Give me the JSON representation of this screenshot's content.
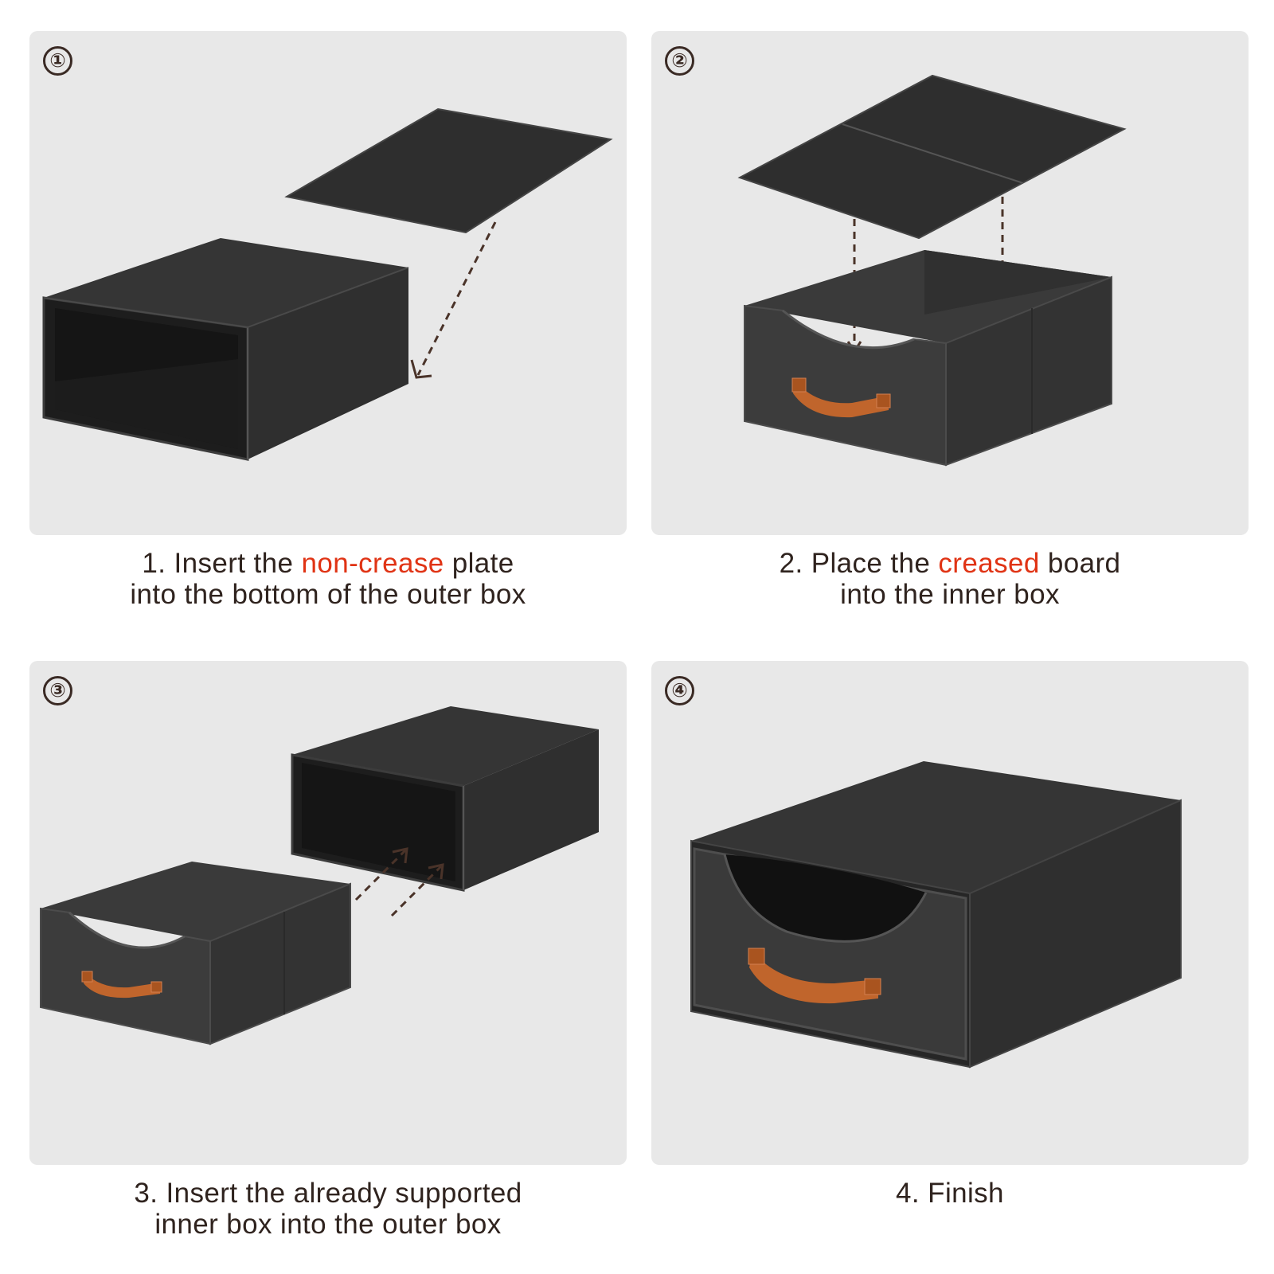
{
  "colors": {
    "panel_bg": "#e8e8e8",
    "box_dark": "#2b2b2b",
    "box_mid": "#3b3b3b",
    "handle": "#c0652c",
    "arrow": "#4a3329",
    "highlight": "#e03314",
    "text": "#2f231e"
  },
  "steps": [
    {
      "number": "①",
      "line1_pre": "1. Insert the ",
      "line1_highlight": "non-crease",
      "line1_post": " plate",
      "line2": "into the bottom of the outer box",
      "icons": [
        "flat-plate-icon",
        "open-outer-box-icon",
        "dashed-arrow-icon"
      ]
    },
    {
      "number": "②",
      "line1_pre": "2. Place the ",
      "line1_highlight": "creased",
      "line1_post": " board",
      "line2": "into the inner box",
      "icons": [
        "creased-board-icon",
        "inner-box-icon",
        "handle-icon"
      ]
    },
    {
      "number": "③",
      "line1_pre": "3. Insert the already supported",
      "line1_highlight": "",
      "line1_post": "",
      "line2": "inner box into the outer box",
      "icons": [
        "inner-box-icon",
        "outer-box-icon",
        "dashed-arrow-icon"
      ]
    },
    {
      "number": "④",
      "line1_pre": "4. Finish",
      "line1_highlight": "",
      "line1_post": "",
      "line2": "",
      "icons": [
        "assembled-drawer-icon",
        "handle-icon"
      ]
    }
  ]
}
